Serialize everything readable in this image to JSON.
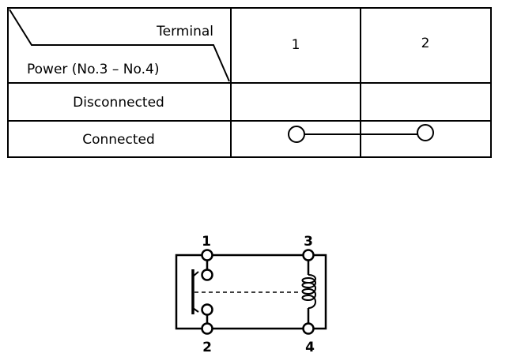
{
  "table": {
    "header_top_label": "Terminal",
    "header_bottom_label": "Power (No.3 – No.4)",
    "columns": [
      "1",
      "2"
    ],
    "rows": [
      {
        "label": "Disconnected",
        "continuity": false
      },
      {
        "label": "Connected",
        "continuity": true
      }
    ]
  },
  "relay": {
    "pins": {
      "top_left": "1",
      "top_right": "3",
      "bottom_left": "2",
      "bottom_right": "4"
    },
    "contact_state": "normally-open",
    "coil_turns": 4
  }
}
